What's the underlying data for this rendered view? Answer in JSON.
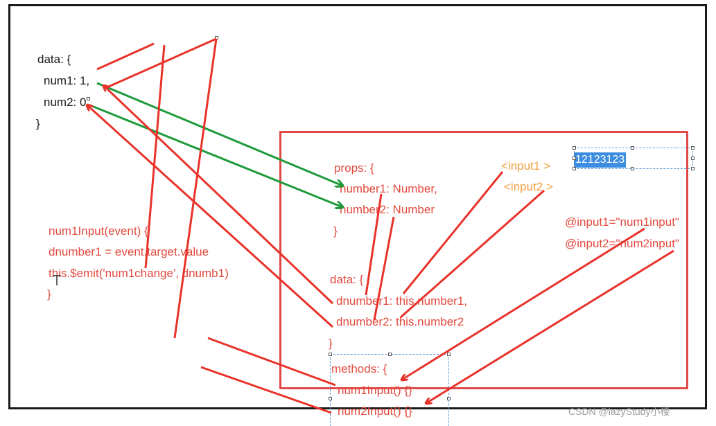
{
  "parent_code": {
    "lines": [
      "data: {",
      "num1: 1,",
      "num2: 0",
      "}"
    ]
  },
  "method_code": {
    "lines": [
      "num1Input(event) {",
      "dnumber1 = event.target.value",
      "this.$emit('num1change', dnumb1)",
      "}"
    ]
  },
  "child_component": {
    "props_lines": [
      "props: {",
      "number1: Number,",
      "number2: Number",
      "}"
    ],
    "data_lines": [
      "data: {",
      "dnumber1: this.number1,",
      "dnumber2: this.number2",
      "}"
    ],
    "methods_lines": [
      "methods: {",
      "num1Input() {}",
      "num2Input() {}"
    ],
    "inputs": [
      "<input1 >",
      "<input2 >"
    ],
    "events": [
      "@input1=\"num1input\"",
      "@input2=\"num2input\""
    ],
    "selected_value": "12123123"
  },
  "watermark": "CSDN @lazyStudy小楼",
  "colors": {
    "frame": "#1a1a1a",
    "component_border": "#e04848",
    "red_text": "#e24a3e",
    "orange_text": "#f0a040",
    "green_arrow": "#1e9a3c",
    "selection": "#3d8ee0"
  }
}
